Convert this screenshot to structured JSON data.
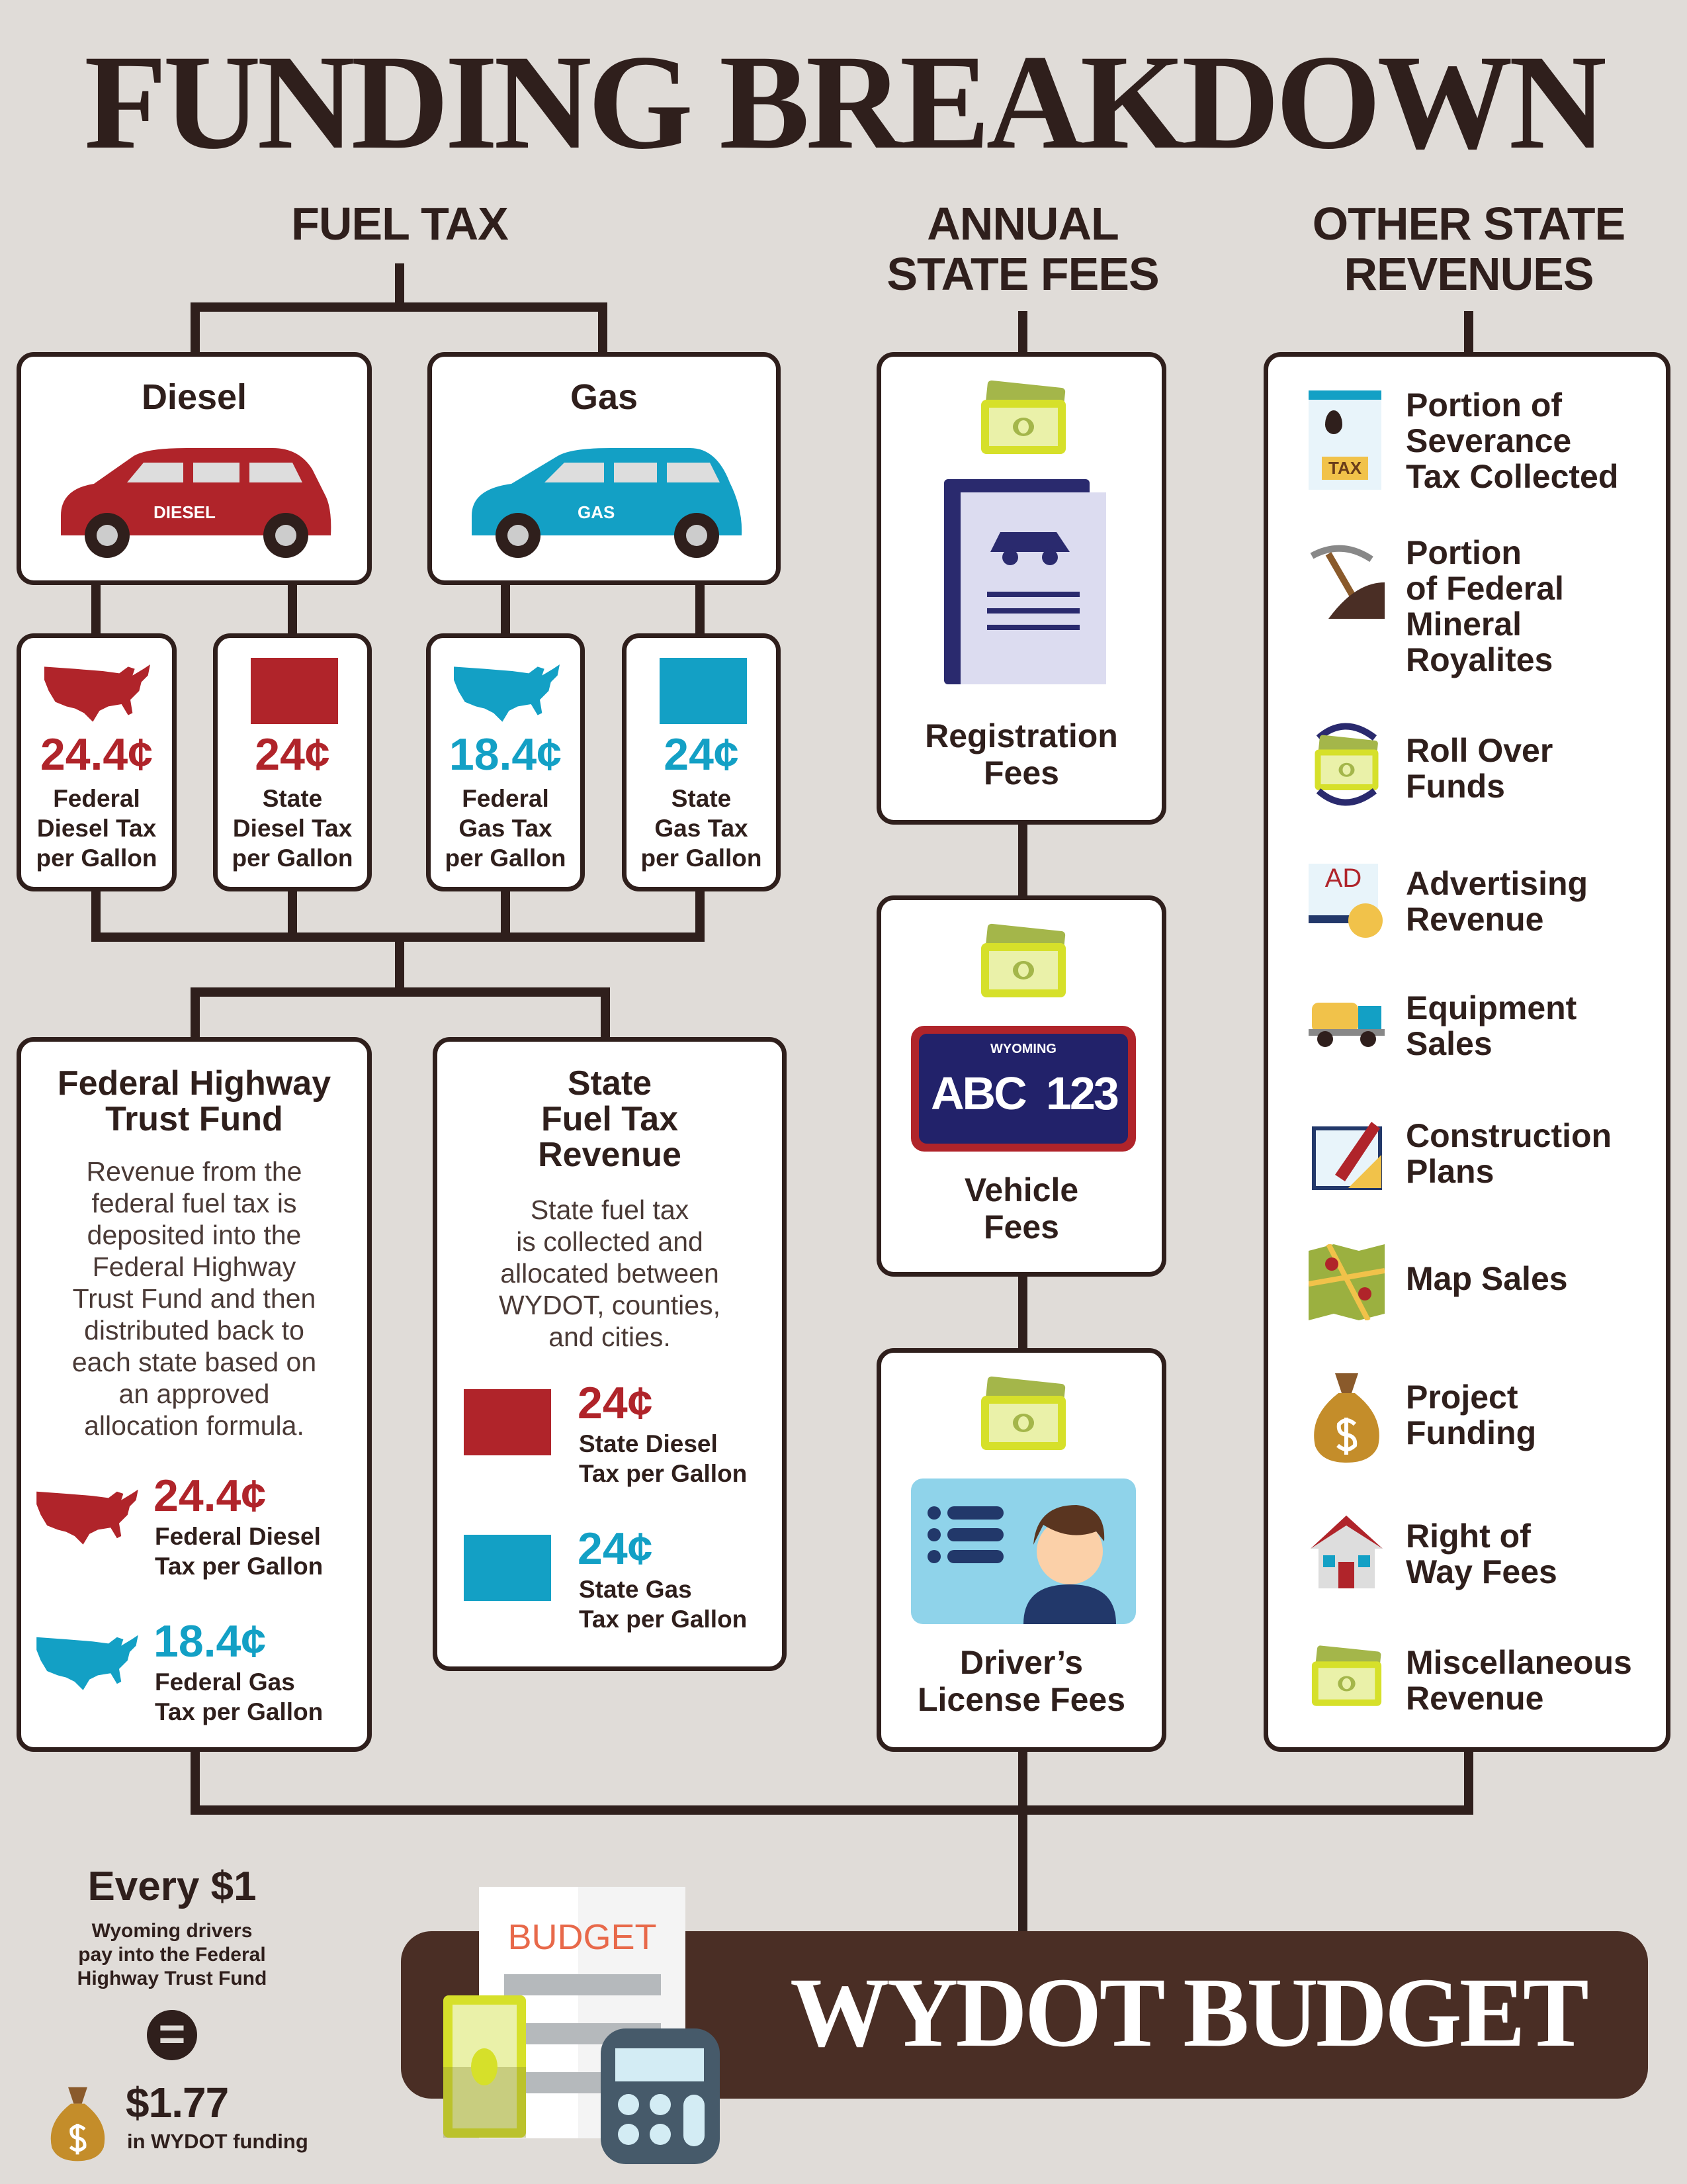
{
  "title": "FUNDING BREAKDOWN",
  "headers": {
    "fuel_tax": "FUEL TAX",
    "annual_fees": "ANNUAL\nSTATE FEES",
    "other": "OTHER STATE\nREVENUES"
  },
  "diesel": {
    "label": "Diesel",
    "car_text": "DIESEL"
  },
  "gas": {
    "label": "Gas",
    "car_text": "GAS"
  },
  "small": [
    {
      "value": "24.4¢",
      "label": "Federal\nDiesel Tax\nper Gallon"
    },
    {
      "value": "24¢",
      "label": "State\nDiesel Tax\nper Gallon"
    },
    {
      "value": "18.4¢",
      "label": "Federal\nGas Tax\nper Gallon"
    },
    {
      "value": "24¢",
      "label": "State\nGas Tax\nper Gallon"
    }
  ],
  "fhtf": {
    "title": "Federal Highway\nTrust Fund",
    "body": "Revenue from the\nfederal fuel tax is\ndeposited into the\nFederal Highway\nTrust Fund and then\ndistributed back to\neach state based on\nan approved\nallocation formula.",
    "diesel_value": "24.4¢",
    "diesel_label": "Federal Diesel\nTax per Gallon",
    "gas_value": "18.4¢",
    "gas_label": "Federal Gas\nTax per Gallon"
  },
  "sftr": {
    "title": "State\nFuel Tax\nRevenue",
    "body": "State fuel tax\nis collected and\nallocated between\nWYDOT, counties,\nand cities.",
    "diesel_value": "24¢",
    "diesel_label": "State Diesel\nTax per Gallon",
    "gas_value": "24¢",
    "gas_label": "State Gas\nTax per Gallon"
  },
  "fees": {
    "registration": "Registration\nFees",
    "vehicle": "Vehicle\nFees",
    "plate_state": "WYOMING",
    "plate_left": "ABC",
    "plate_right": "123",
    "drivers": "Driver’s\nLicense Fees"
  },
  "other_items": [
    "Portion of\nSeverance\nTax Collected",
    "Portion\nof Federal\nMineral\nRoyalites",
    "Roll Over\nFunds",
    "Advertising\nRevenue",
    "Equipment\nSales",
    "Construction\nPlans",
    "Map Sales",
    "Project\nFunding",
    "Right of\nWay Fees",
    "Miscellaneous\nRevenue"
  ],
  "icon_text": {
    "tax": "TAX",
    "ad": "AD"
  },
  "bottom": {
    "every": "Every $1",
    "desc": "Wyoming drivers\npay into the Federal\nHighway Trust Fund",
    "equals": "=",
    "amount": "$1.77",
    "amount_label": "in WYDOT funding",
    "budget_doc": "BUDGET",
    "band": "WYDOT BUDGET"
  },
  "colors": {
    "background": "#e0dcd8",
    "dark": "#2f1f1c",
    "band": "#4a2e25",
    "red": "#b0242a",
    "blue": "#13a0c5",
    "money": "#d6e02a"
  }
}
